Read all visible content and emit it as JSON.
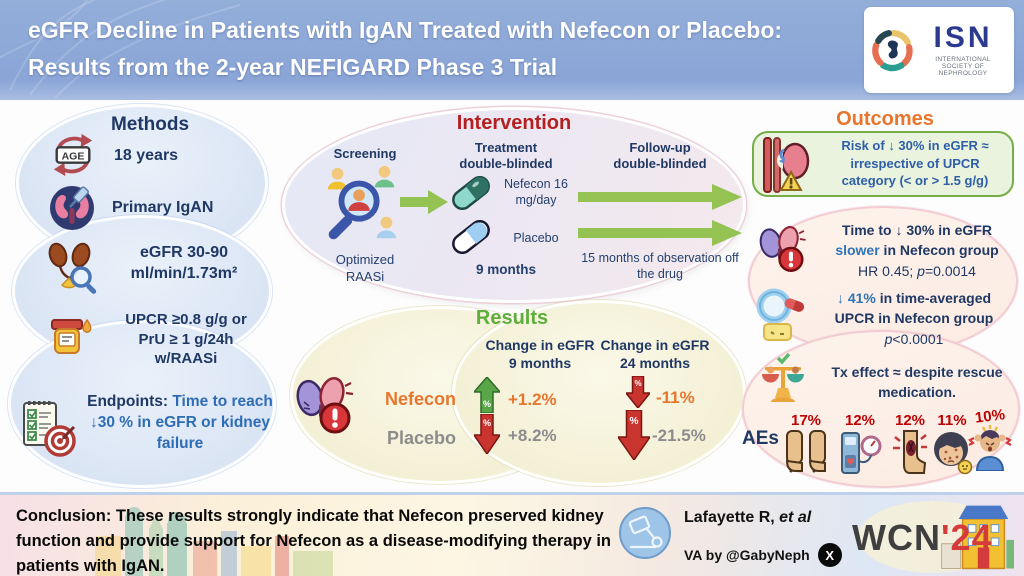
{
  "colors": {
    "header_blue": "#8aa5d6",
    "dark_navy": "#1f3864",
    "accent_blue": "#2e74b5",
    "heading_red": "#b41f1f",
    "heading_green": "#5fae3d",
    "heading_orange": "#e8762c",
    "ae_red": "#c00000",
    "placebo_gray": "#8c8c8c",
    "arrow_green": "#94c353",
    "arrow_red": "#c9342f"
  },
  "header": {
    "title": "eGFR Decline in Patients with IgAN Treated with Nefecon or Placebo: Results from the 2-year NEFIGARD Phase 3 Trial",
    "logo_acronym": "ISN",
    "logo_name": "INTERNATIONAL SOCIETY OF NEPHROLOGY"
  },
  "methods": {
    "heading": "Methods",
    "items": [
      {
        "icon": "age-icon",
        "lines": [
          "18 years"
        ]
      },
      {
        "icon": "kidney-biopsy-icon",
        "lines": [
          "Primary IgAN"
        ]
      },
      {
        "icon": "kidneys-magnifier-icon",
        "lines": [
          "eGFR 30-90",
          "ml/min/1.73m²"
        ]
      },
      {
        "icon": "urine-sample-icon",
        "lines": [
          "UPCR ≥0.8 g/g or",
          "PrU ≥ 1 g/24h",
          "w/RAASi"
        ]
      }
    ],
    "endpoints_label": "Endpoints:",
    "endpoints_text": " Time to reach ↓30 % in eGFR or kidney failure"
  },
  "intervention": {
    "heading": "Intervention",
    "screening_label": "Screening",
    "screening_sub": "Optimized RAASi",
    "treatment_label_1": "Treatment",
    "treatment_label_2": "double-blinded",
    "nefecon_label": "Nefecon 16 mg/day",
    "placebo_label": "Placebo",
    "treatment_duration": "9 months",
    "followup_label_1": "Follow-up",
    "followup_label_2": "double-blinded",
    "followup_duration": "15 months of observation off the drug"
  },
  "results": {
    "heading": "Results",
    "col1_line1": "Change in eGFR",
    "col1_line2": "9 months",
    "col2_line1": "Change in eGFR",
    "col2_line2": "24 months",
    "rows": [
      {
        "group": "Nefecon",
        "v9": "+1.2%",
        "v24": "-11%"
      },
      {
        "group": "Placebo",
        "v9": "+8.2%",
        "v24": "-21.5%"
      }
    ]
  },
  "outcomes": {
    "heading": "Outcomes",
    "risk_box_text": "Risk of ↓ 30% in eGFR ≈ irrespective of UPCR category (< or > 1.5 g/g)",
    "time_line1": "Time to ↓ 30% in eGFR",
    "time_highlight": "slower",
    "time_line2_rest": " in Nefecon group",
    "time_stat_prefix": "HR 0.45; ",
    "time_stat_p": "p",
    "time_stat_suffix": "=0.0014",
    "upcr_pct": "↓ 41%",
    "upcr_line1_rest": " in time-averaged",
    "upcr_bold": "UPCR",
    "upcr_line2_rest": " in Nefecon group",
    "upcr_p": "p",
    "upcr_p_suffix": "<0.0001",
    "tx_text": "Tx effect ≈ despite rescue medication.",
    "aes_label": "AEs",
    "aes": [
      {
        "pct": "17%",
        "icon": "swollen-feet-icon"
      },
      {
        "pct": "12%",
        "icon": "blood-pressure-icon"
      },
      {
        "pct": "12%",
        "icon": "leg-cramp-icon"
      },
      {
        "pct": "11%",
        "icon": "acne-face-icon"
      },
      {
        "pct": "10%",
        "icon": "headache-icon"
      }
    ]
  },
  "footer": {
    "conclusion_label": "Conclusion:",
    "conclusion_text": " These results strongly indicate that Nefecon preserved kidney function and provide support for Nefecon as a disease-modifying therapy in patients with IgAN.",
    "credit_author": "Lafayette R, ",
    "credit_etal": "et al",
    "credit_va": "VA by @GabyNeph",
    "x_label": "X",
    "wcn_text": "WCN",
    "wcn_year": "'24"
  }
}
